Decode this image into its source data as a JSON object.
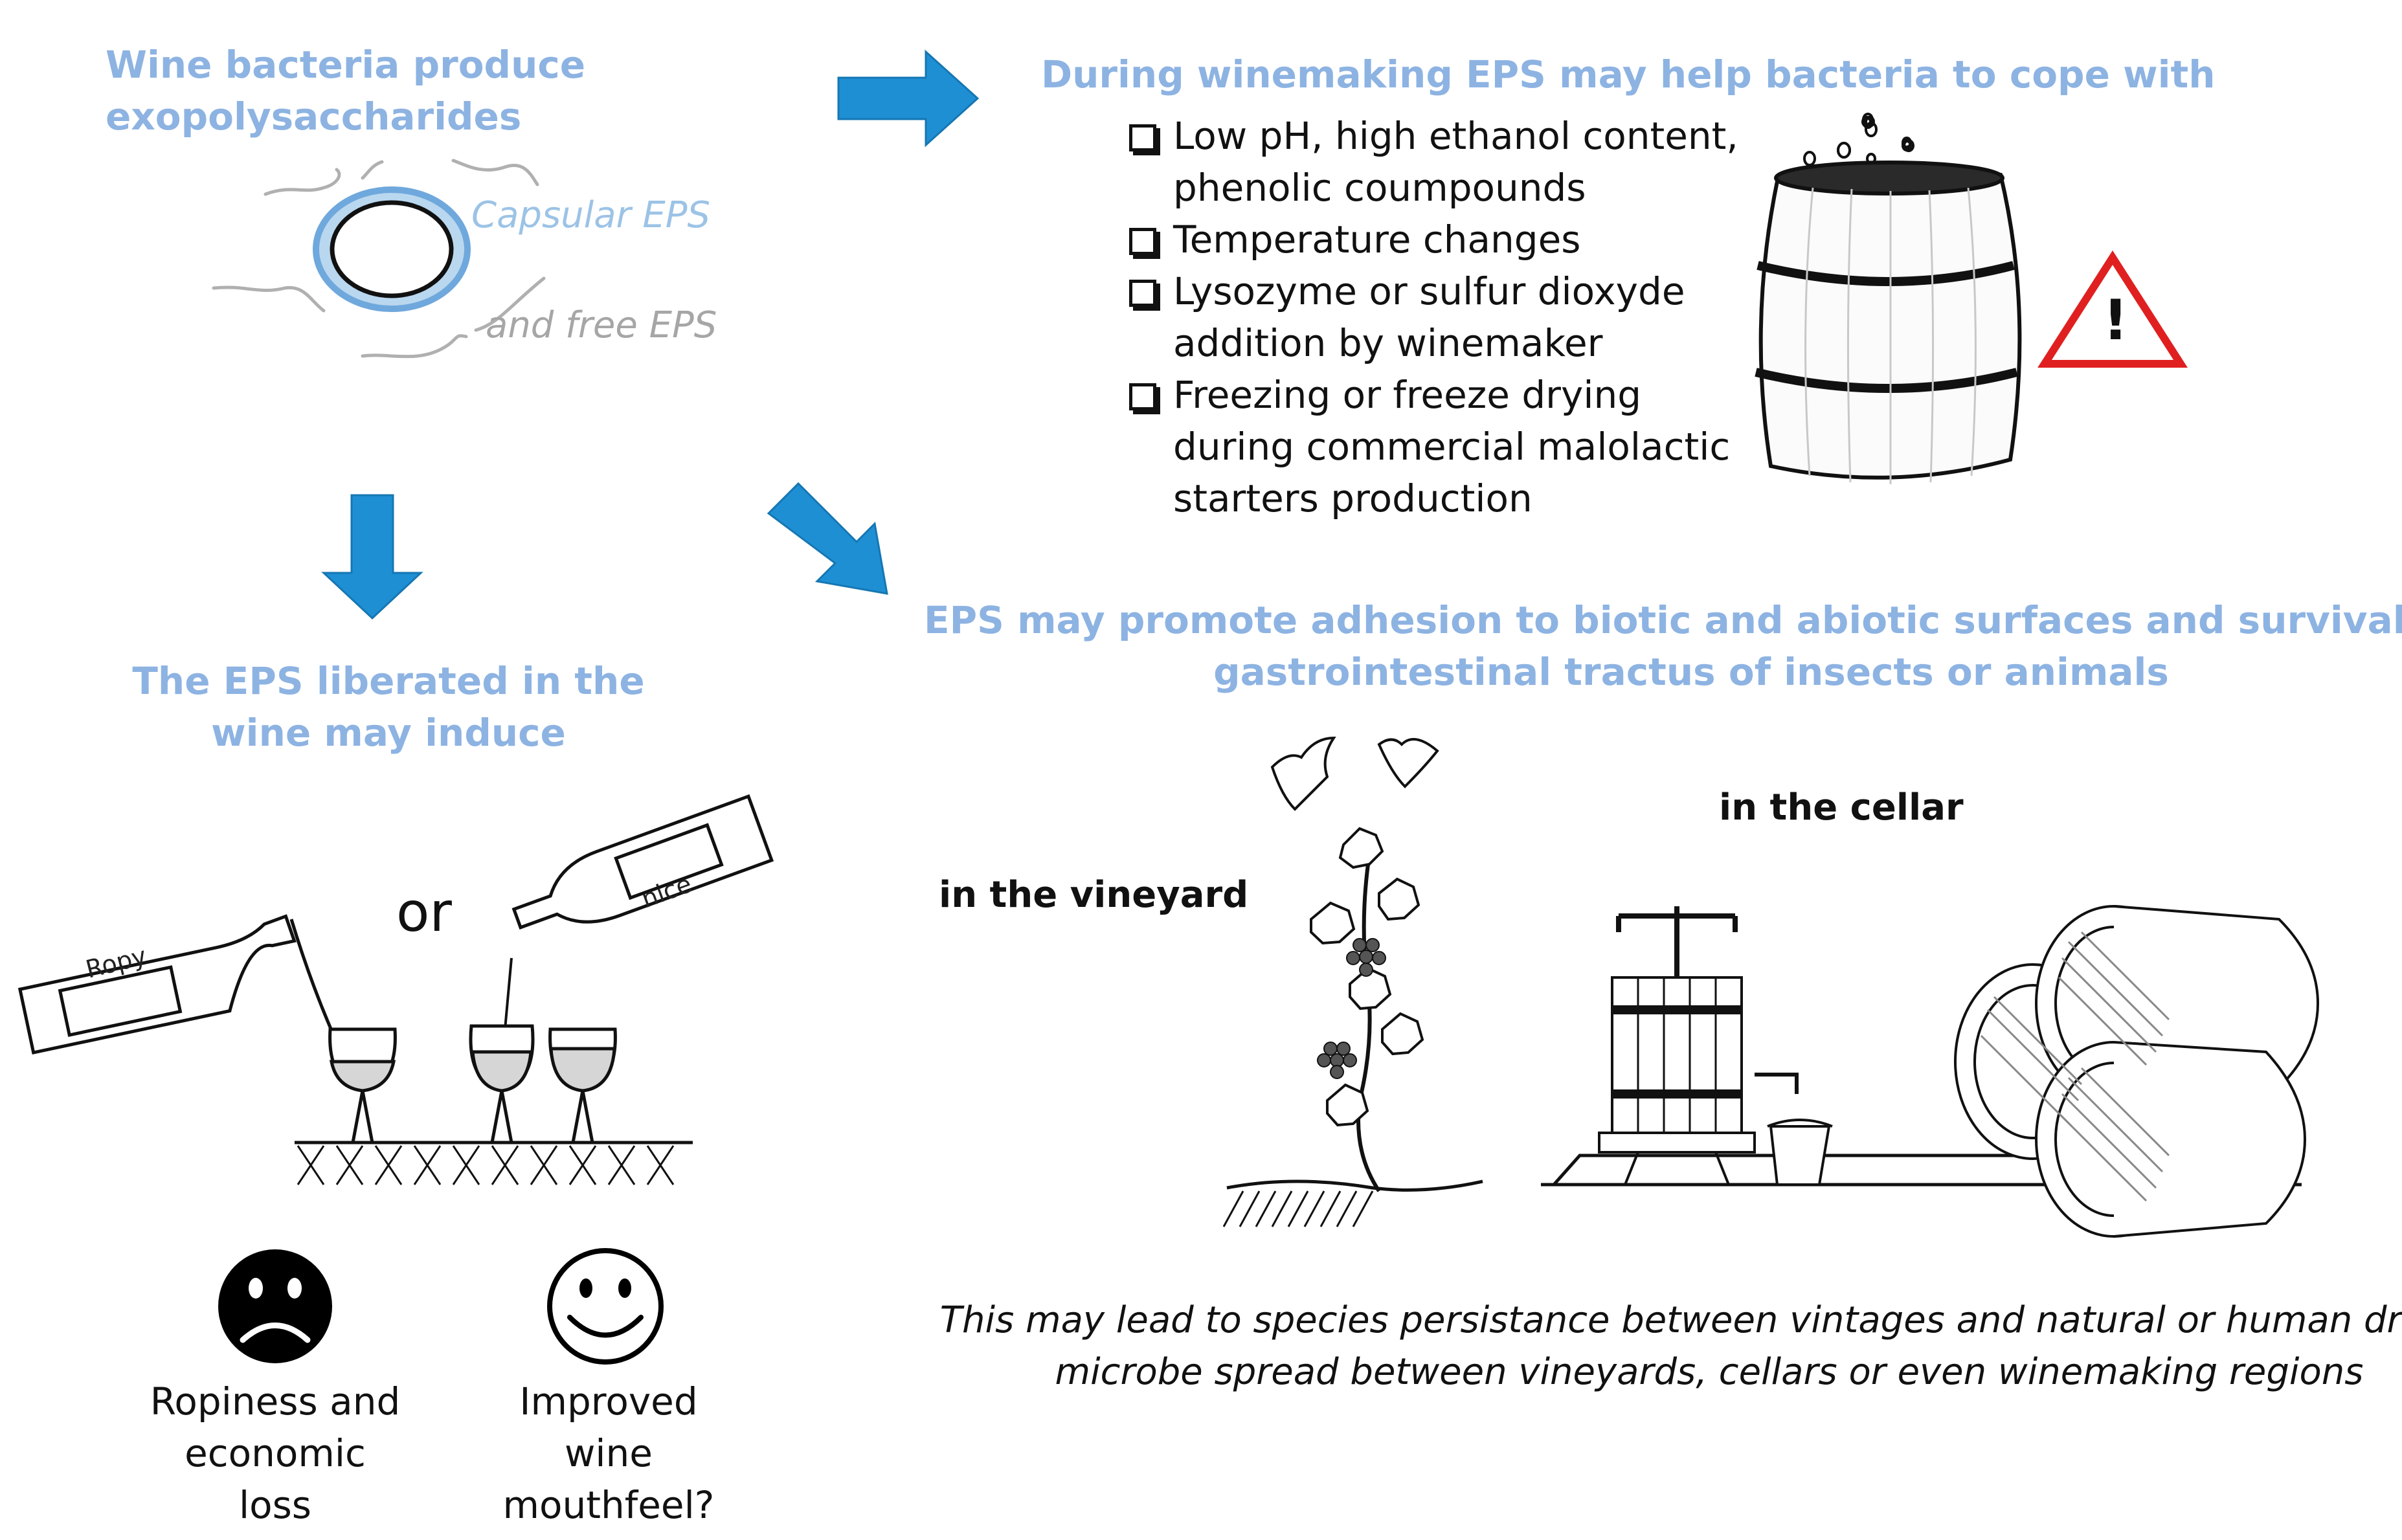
{
  "top_left": {
    "title_line1": "Wine bacteria produce",
    "title_line2": "exopolysaccharides",
    "capsular_label": "Capsular EPS",
    "free_label": "and free EPS"
  },
  "top_right": {
    "title": "During winemaking EPS may help bacteria to cope with",
    "stresses": [
      {
        "line1": "Low pH, high ethanol content,",
        "line2": "phenolic coumpounds"
      },
      {
        "line1": "Temperature changes",
        "line2": ""
      },
      {
        "line1": "Lysozyme or sulfur dioxyde",
        "line2": "addition by winemaker"
      },
      {
        "line1": "Freezing or freeze drying",
        "line2": "during commercial malolactic"
      },
      {
        "line1": "starters production",
        "line2": ""
      }
    ],
    "warning_mark": "!"
  },
  "bottom_left": {
    "title_line1": "The EPS liberated in the",
    "title_line2": "wine may induce",
    "or_label": "or",
    "bottle_left_label": "Ropy",
    "bottle_right_label": "nice",
    "outcome_bad_line1": "Ropiness and",
    "outcome_bad_line2": "economic",
    "outcome_bad_line3": "loss",
    "outcome_good_line1": "Improved",
    "outcome_good_line2": "wine",
    "outcome_good_line3": "mouthfeel?"
  },
  "bottom_right": {
    "title_line1": "EPS may promote adhesion to biotic and abiotic surfaces and survival in",
    "title_line2": "gastrointestinal tractus of insects or animals",
    "vineyard_label": "in the vineyard",
    "cellar_label": "in the cellar",
    "conclusion_line1": "This may lead to species persistance between vintages and natural or human driven",
    "conclusion_line2": "microbe spread between vineyards, cellars or even winemaking regions"
  },
  "colors": {
    "heading_blue": "#8db3e2",
    "arrow_blue": "#1f8fd4",
    "warning_red": "#e02020"
  }
}
